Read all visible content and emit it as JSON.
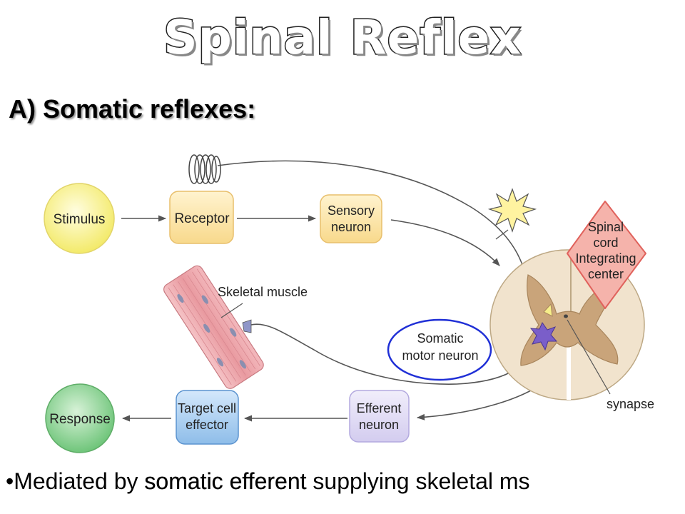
{
  "title": "Spinal Reflex",
  "subtitle": "A) Somatic reflexes:",
  "nodes": {
    "stimulus": "Stimulus",
    "receptor": "Receptor",
    "sensory_neuron": [
      "Sensory",
      "neuron"
    ],
    "spinal_cord": [
      "Spinal",
      "cord",
      "Integrating",
      "center"
    ],
    "response": "Response",
    "target_cell": [
      "Target cell",
      "effector"
    ],
    "efferent_neuron": [
      "Efferent",
      "neuron"
    ]
  },
  "labels": {
    "skeletal_muscle": "Skeletal muscle",
    "somatic_motor_neuron": [
      "Somatic",
      "motor neuron"
    ],
    "synapse": "synapse"
  },
  "bullet": {
    "marker": "•",
    "prefix": "Mediated by ",
    "emphasis": "somatic efferent",
    "suffix": " supplying skeletal ms"
  }
}
